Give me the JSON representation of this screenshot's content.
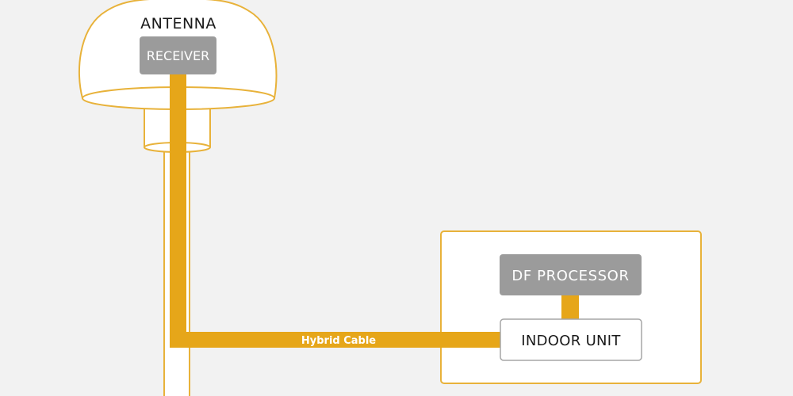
{
  "diagram": {
    "antenna": {
      "label": "ANTENNA"
    },
    "receiver": {
      "label": "RECEIVER"
    },
    "df_processor": {
      "label": "DF PROCESSOR"
    },
    "indoor_unit": {
      "label": "INDOOR UNIT"
    },
    "cable": {
      "label": "Hybrid Cable"
    }
  },
  "colors": {
    "background": "#f2f2f2",
    "accent": "#e6a619",
    "outline": "#e8b23a",
    "box_gray": "#9b9b9b",
    "box_border_gray": "#a6a6a6",
    "white": "#ffffff",
    "text_dark": "#1a1a1a"
  }
}
